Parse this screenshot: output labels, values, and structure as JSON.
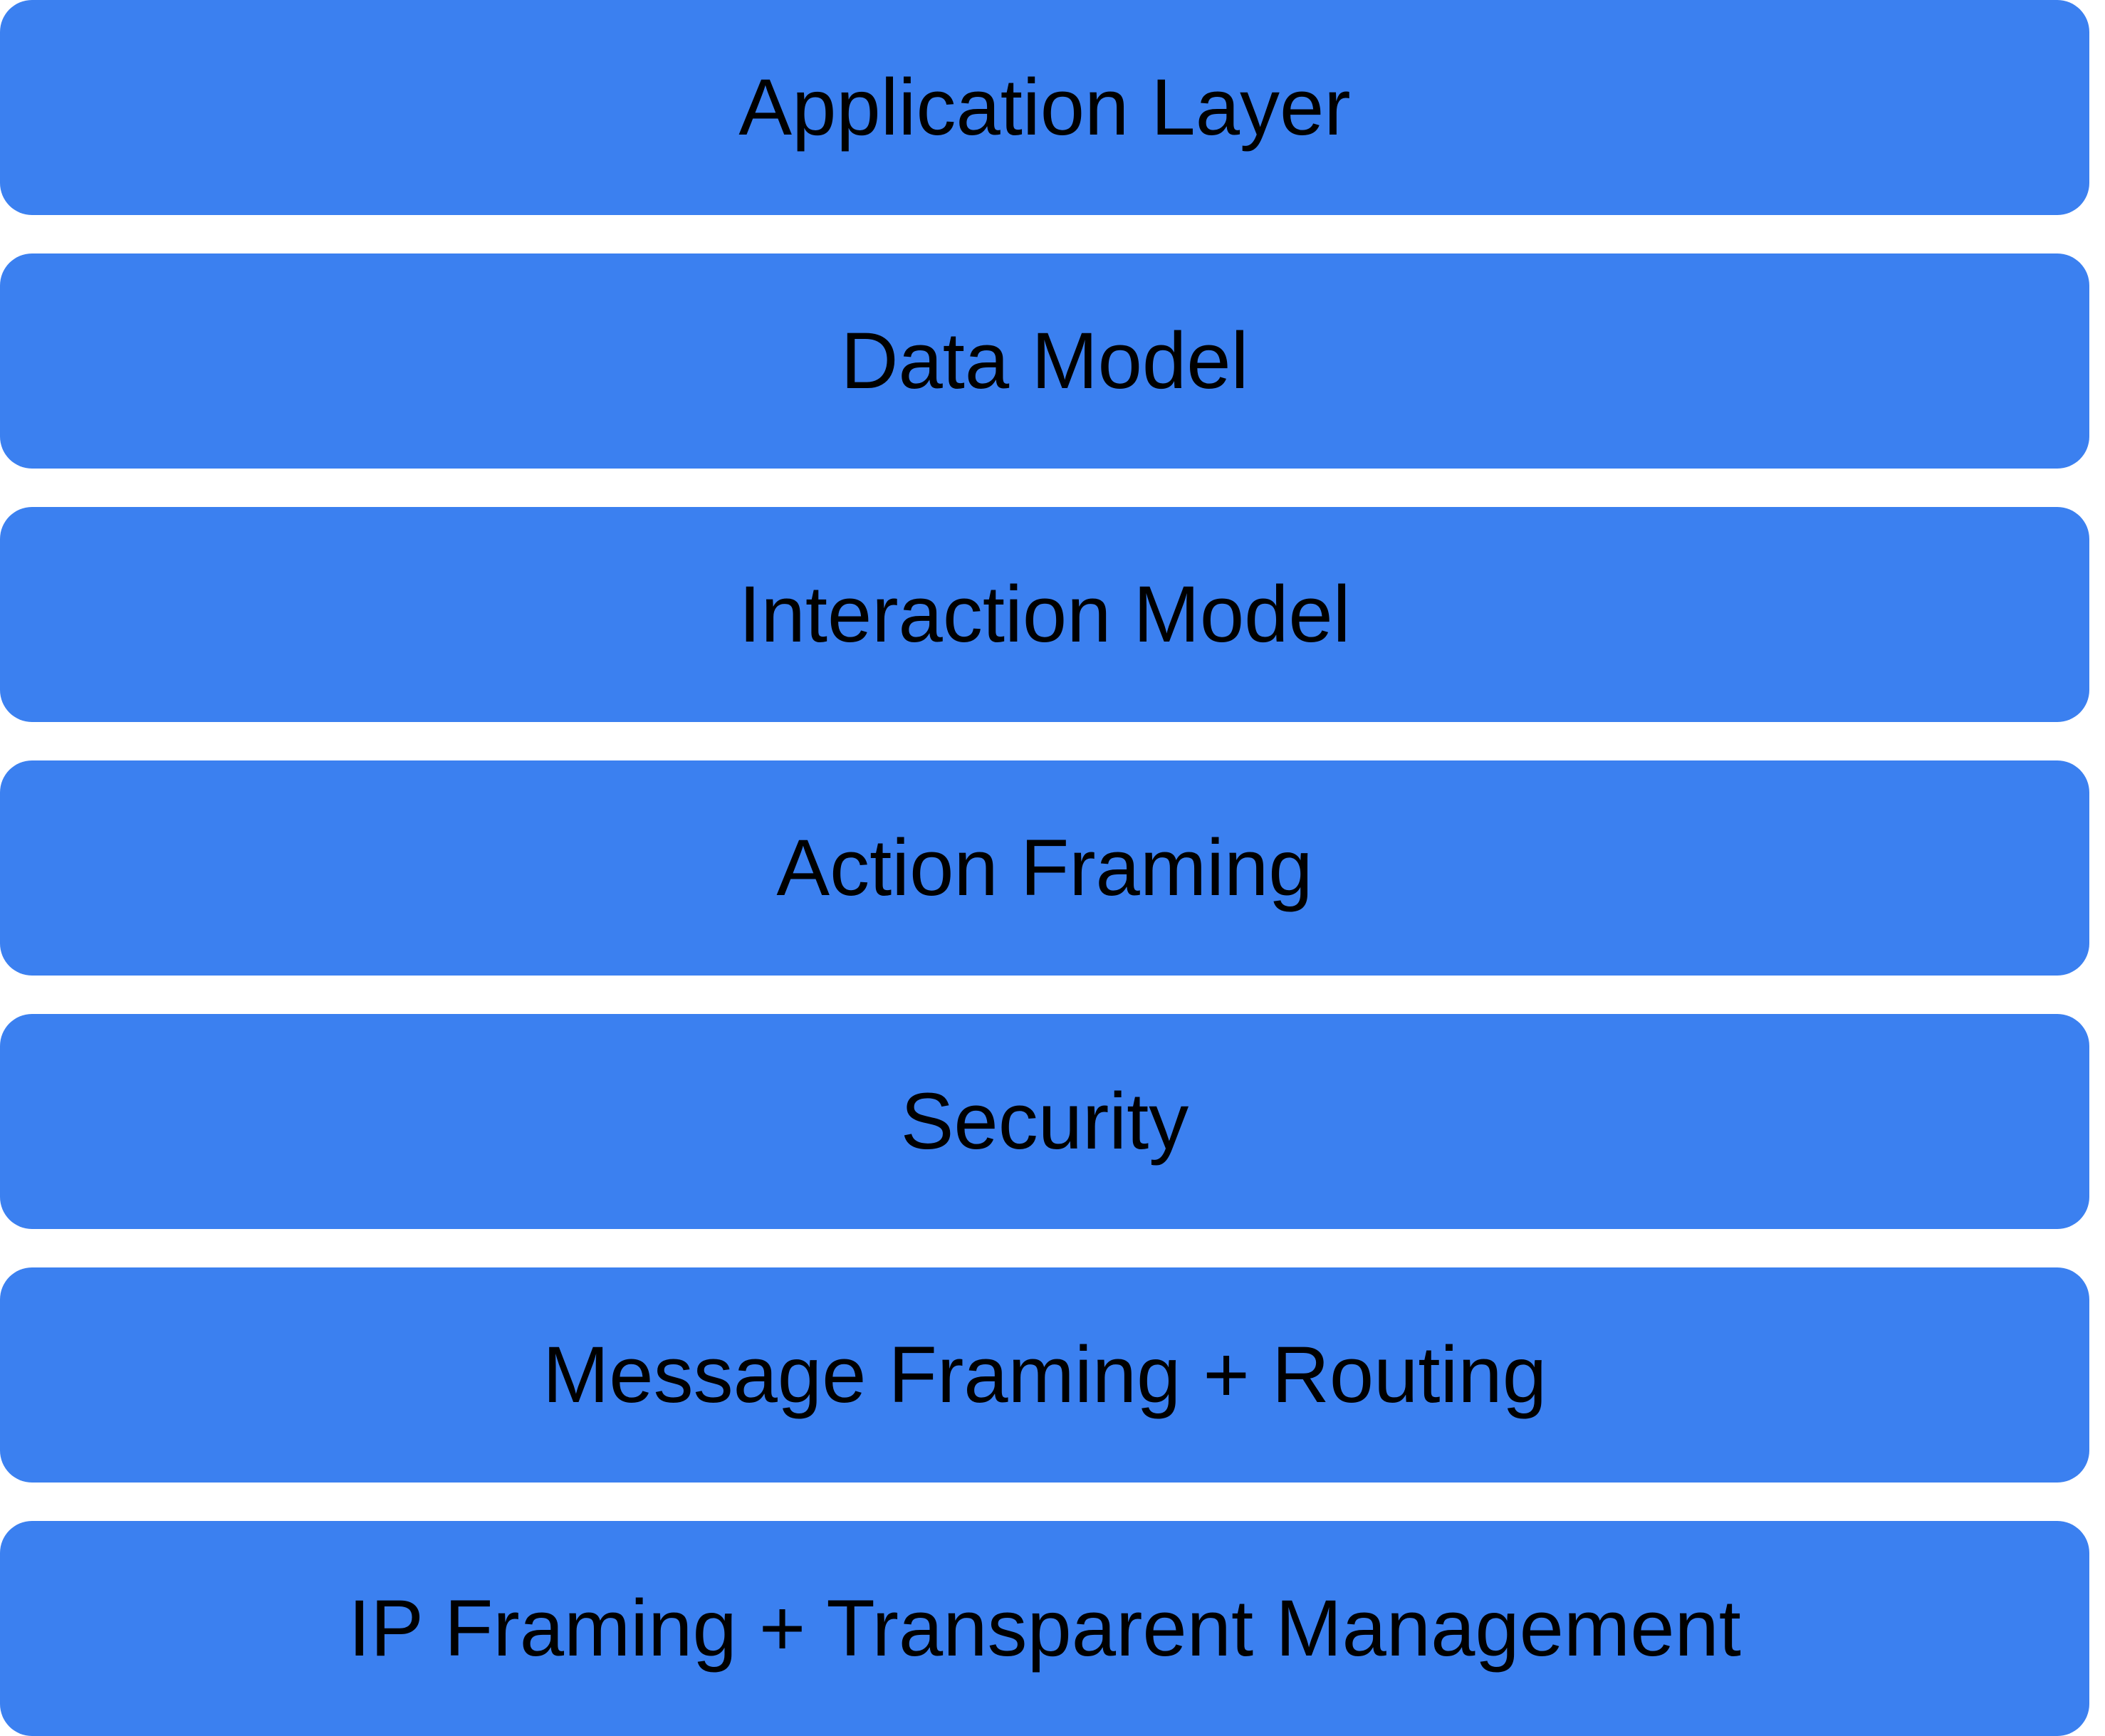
{
  "diagram": {
    "type": "layer-stack",
    "background_color": "#ffffff",
    "box_fill_color": "#3b80f0",
    "label_color": "#000000",
    "layers": [
      {
        "label": "Application Layer"
      },
      {
        "label": "Data Model"
      },
      {
        "label": "Interaction Model"
      },
      {
        "label": "Action Framing"
      },
      {
        "label": "Security"
      },
      {
        "label": "Message Framing + Routing"
      },
      {
        "label": "IP Framing + Transparent Management"
      }
    ]
  }
}
